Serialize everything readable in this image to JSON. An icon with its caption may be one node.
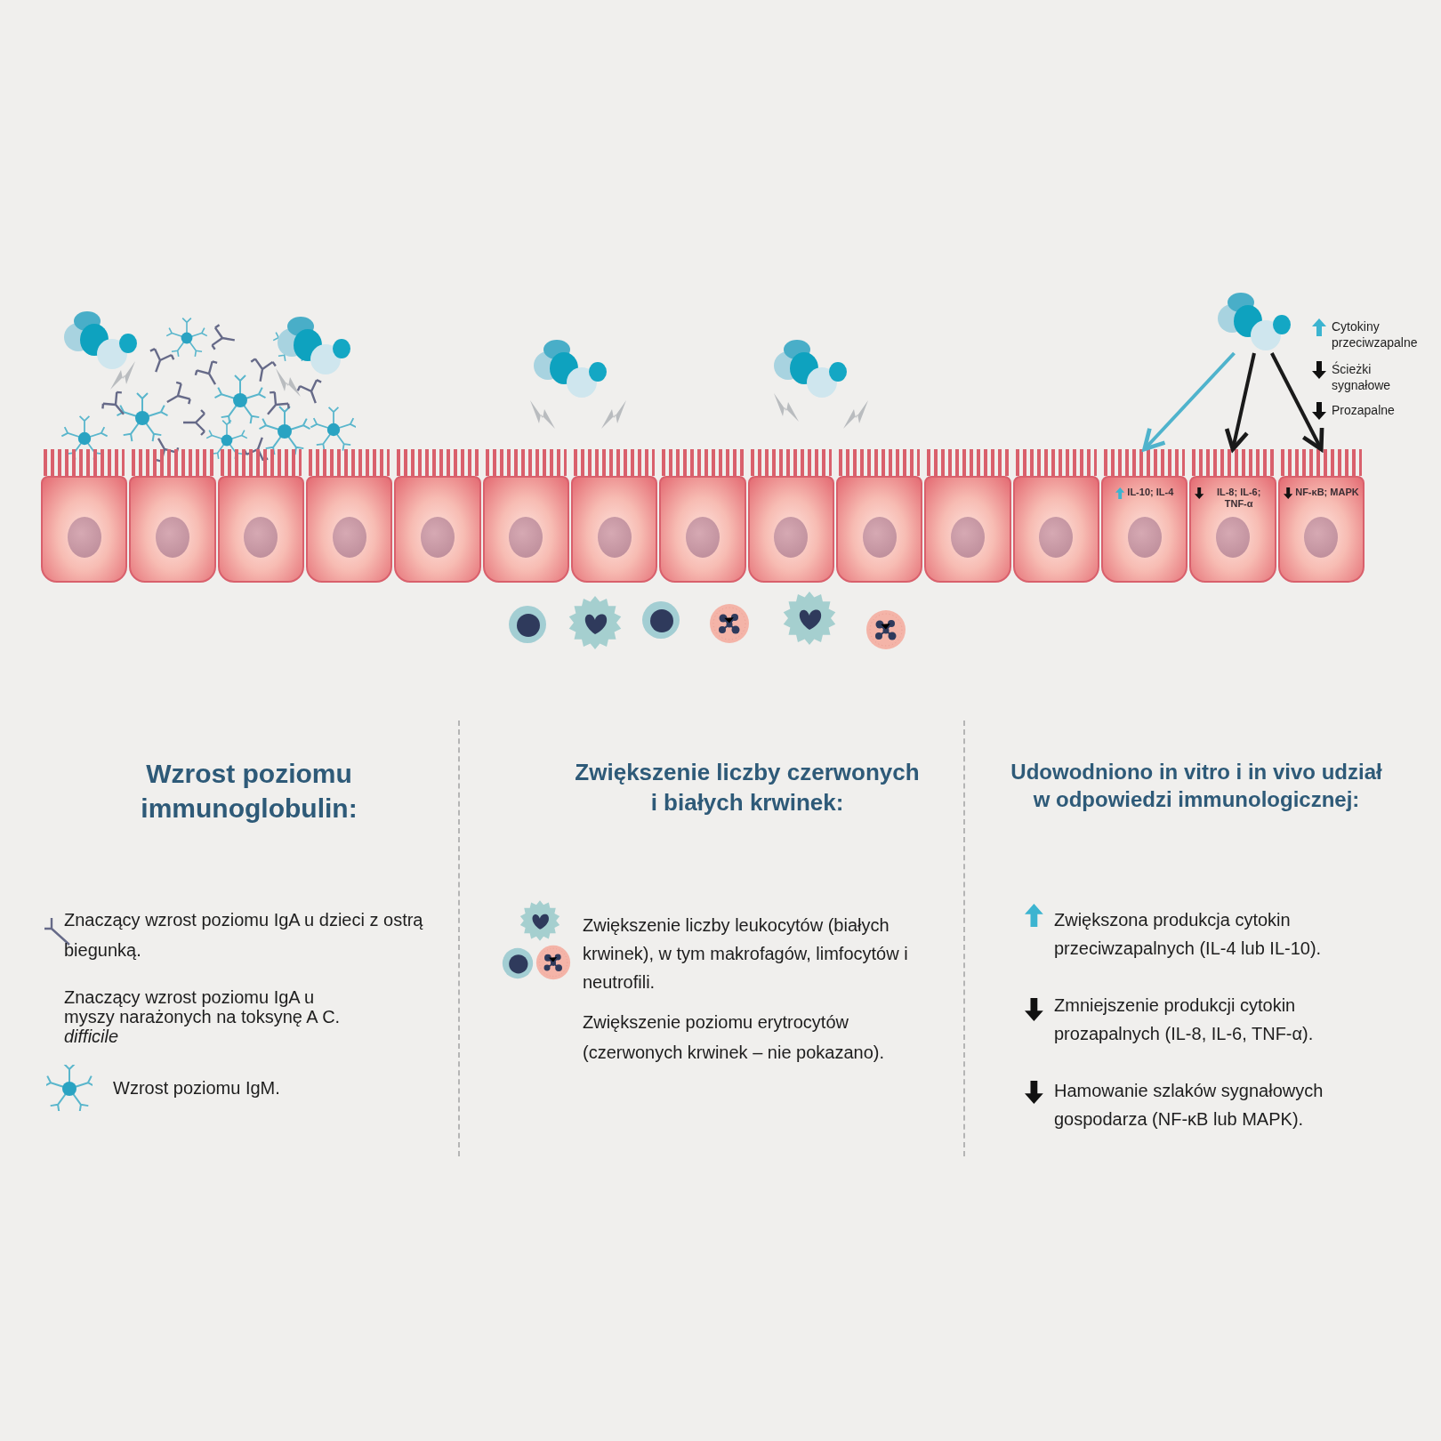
{
  "diagram": {
    "nodes": [
      {
        "text": [],
        "shape": "picture"
      },
      {
        "text": [
          "IL-10; IL-4"
        ]
      },
      {
        "text": [
          "IL-8; IL-6; TNF-α"
        ]
      },
      {
        "text": [
          "NF-κB; MAPK"
        ]
      }
    ],
    "edges": [
      {
        "from": 0,
        "to": 1,
        "arrow": "to",
        "color": "#4fb3cc"
      },
      {
        "from": 0,
        "to": 2,
        "arrow": "to"
      },
      {
        "from": 0,
        "to": 3,
        "arrow": "to"
      }
    ],
    "labels": [
      "Wzrost poziomu immunoglobulin:",
      "Znaczący wzrost poziomu IgA u dzieci z ostrą biegunką.",
      "Znaczący wzrost poziomu IgA u myszy narażonych na toksynę A C. *difficile*",
      "Wzrost poziomu IgM.",
      "Zwiększenie liczby czerwonych i białych krwinek:",
      "Zwiększenie liczby leukocytów (białych krwinek), w tym makrofagów, limfocytów i neutrofili.",
      "Zwiększenie poziomu erytrocytów (czerwonych krwinek – nie pokazano).",
      "Udowodniono in vitro i in vivo udział w odpowiedzi immunologicznej:",
      "Zwiększona produkcja cytokin przeciwzapalnych (IL-4 lub IL-10).",
      "Zmniejszenie produkcji cytokin prozapalnych (IL-8, IL-6, TNF-α).",
      "Hamowanie szlaków sygnałowych gospodarza (NF-κB lub MAPK)."
    ],
    "legend": [
      {
        "text": "Cytokiny przeciwzapalne"
      },
      {
        "text": "Ścieżki sygnałowe"
      },
      {
        "text": "Prozapalne"
      }
    ]
  }
}
